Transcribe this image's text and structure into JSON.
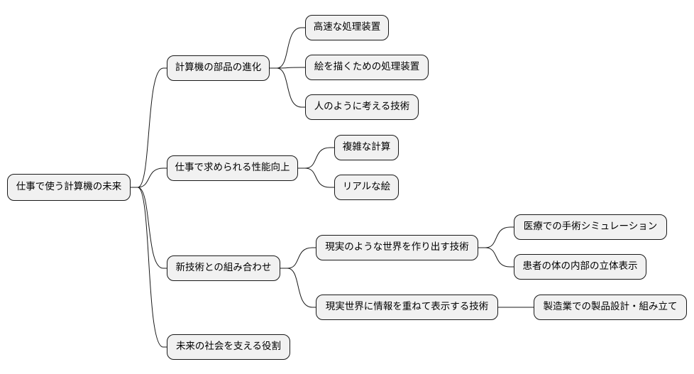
{
  "root": {
    "label": "仕事で使う計算機の未来"
  },
  "branch_1": {
    "label": "計算機の部品の進化",
    "children": [
      "高速な処理装置",
      "絵を描くための処理装置",
      "人のように考える技術"
    ]
  },
  "branch_2": {
    "label": "仕事で求められる性能向上",
    "children": [
      "複雑な計算",
      "リアルな絵"
    ]
  },
  "branch_3": {
    "label": "新技術との組み合わせ",
    "sub_1": {
      "label": "現実のような世界を作り出す技術",
      "children": [
        "医療での手術シミュレーション",
        "患者の体の内部の立体表示"
      ]
    },
    "sub_2": {
      "label": "現実世界に情報を重ねて表示する技術",
      "children": [
        "製造業での製品設計・組み立て"
      ]
    }
  },
  "branch_4": {
    "label": "未来の社会を支える役割"
  }
}
